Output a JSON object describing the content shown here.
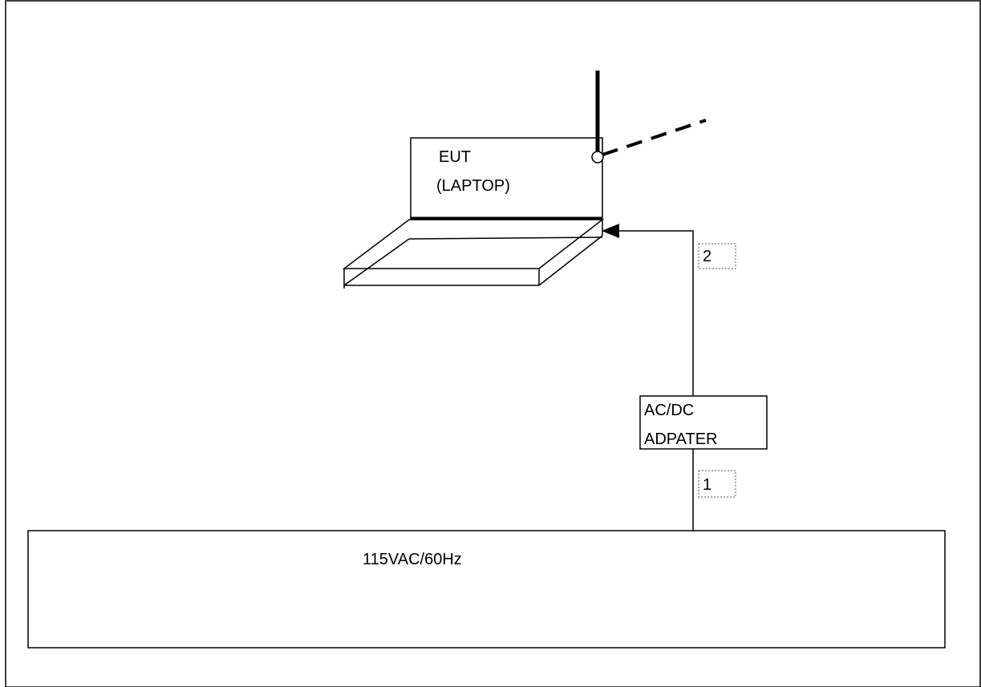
{
  "eut": {
    "line1": "EUT",
    "line2": "(LAPTOP)"
  },
  "adapter": {
    "line1": "AC/DC",
    "line2": "ADPATER"
  },
  "cables": [
    {
      "label": "1"
    },
    {
      "label": "2"
    }
  ],
  "power_source": {
    "label": "115VAC/60Hz"
  },
  "colors": {
    "stroke": "#000000",
    "background": "#ffffff"
  }
}
